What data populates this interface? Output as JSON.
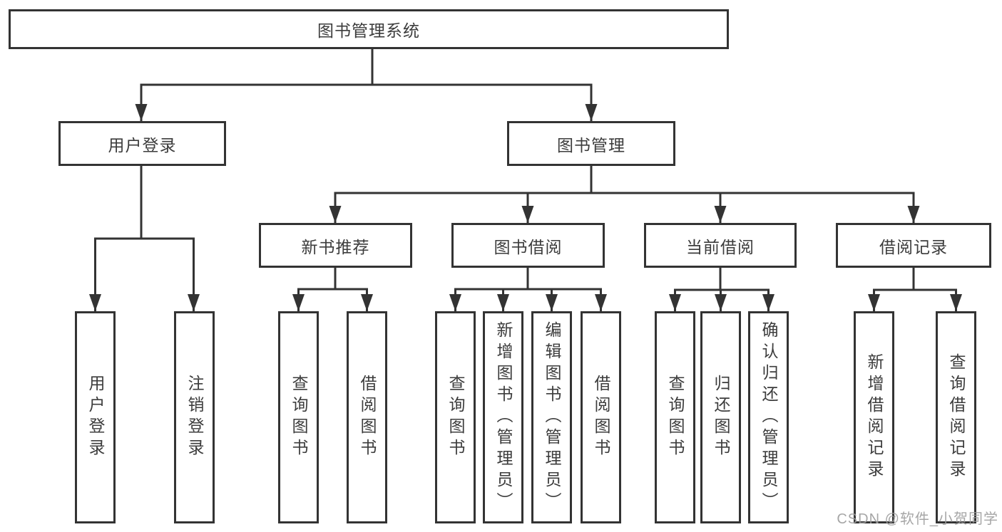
{
  "diagram": {
    "type": "tree",
    "root": {
      "label": "图书管理系统",
      "children": [
        {
          "label": "用户登录",
          "children": [
            {
              "label": "用户登录"
            },
            {
              "label": "注销登录"
            }
          ]
        },
        {
          "label": "图书管理",
          "children": [
            {
              "label": "新书推荐",
              "children": [
                {
                  "label": "查询图书"
                },
                {
                  "label": "借阅图书"
                }
              ]
            },
            {
              "label": "图书借阅",
              "children": [
                {
                  "label": "查询图书"
                },
                {
                  "label": "新增图书（管理员）"
                },
                {
                  "label": "编辑图书（管理员）"
                },
                {
                  "label": "借阅图书"
                }
              ]
            },
            {
              "label": "当前借阅",
              "children": [
                {
                  "label": "查询图书"
                },
                {
                  "label": "归还图书"
                },
                {
                  "label": "确认归还（管理员）"
                }
              ]
            },
            {
              "label": "借阅记录",
              "children": [
                {
                  "label": "新增借阅记录"
                },
                {
                  "label": "查询借阅记录"
                }
              ]
            }
          ]
        }
      ]
    },
    "colors": {
      "line": "#333333",
      "box_border": "#333333",
      "box_fill": "#ffffff",
      "text": "#3c3c3c",
      "background": "#ffffff"
    }
  },
  "watermark": {
    "text": "CSDN @软件_小贺同学",
    "color": "#9d9d9d"
  }
}
